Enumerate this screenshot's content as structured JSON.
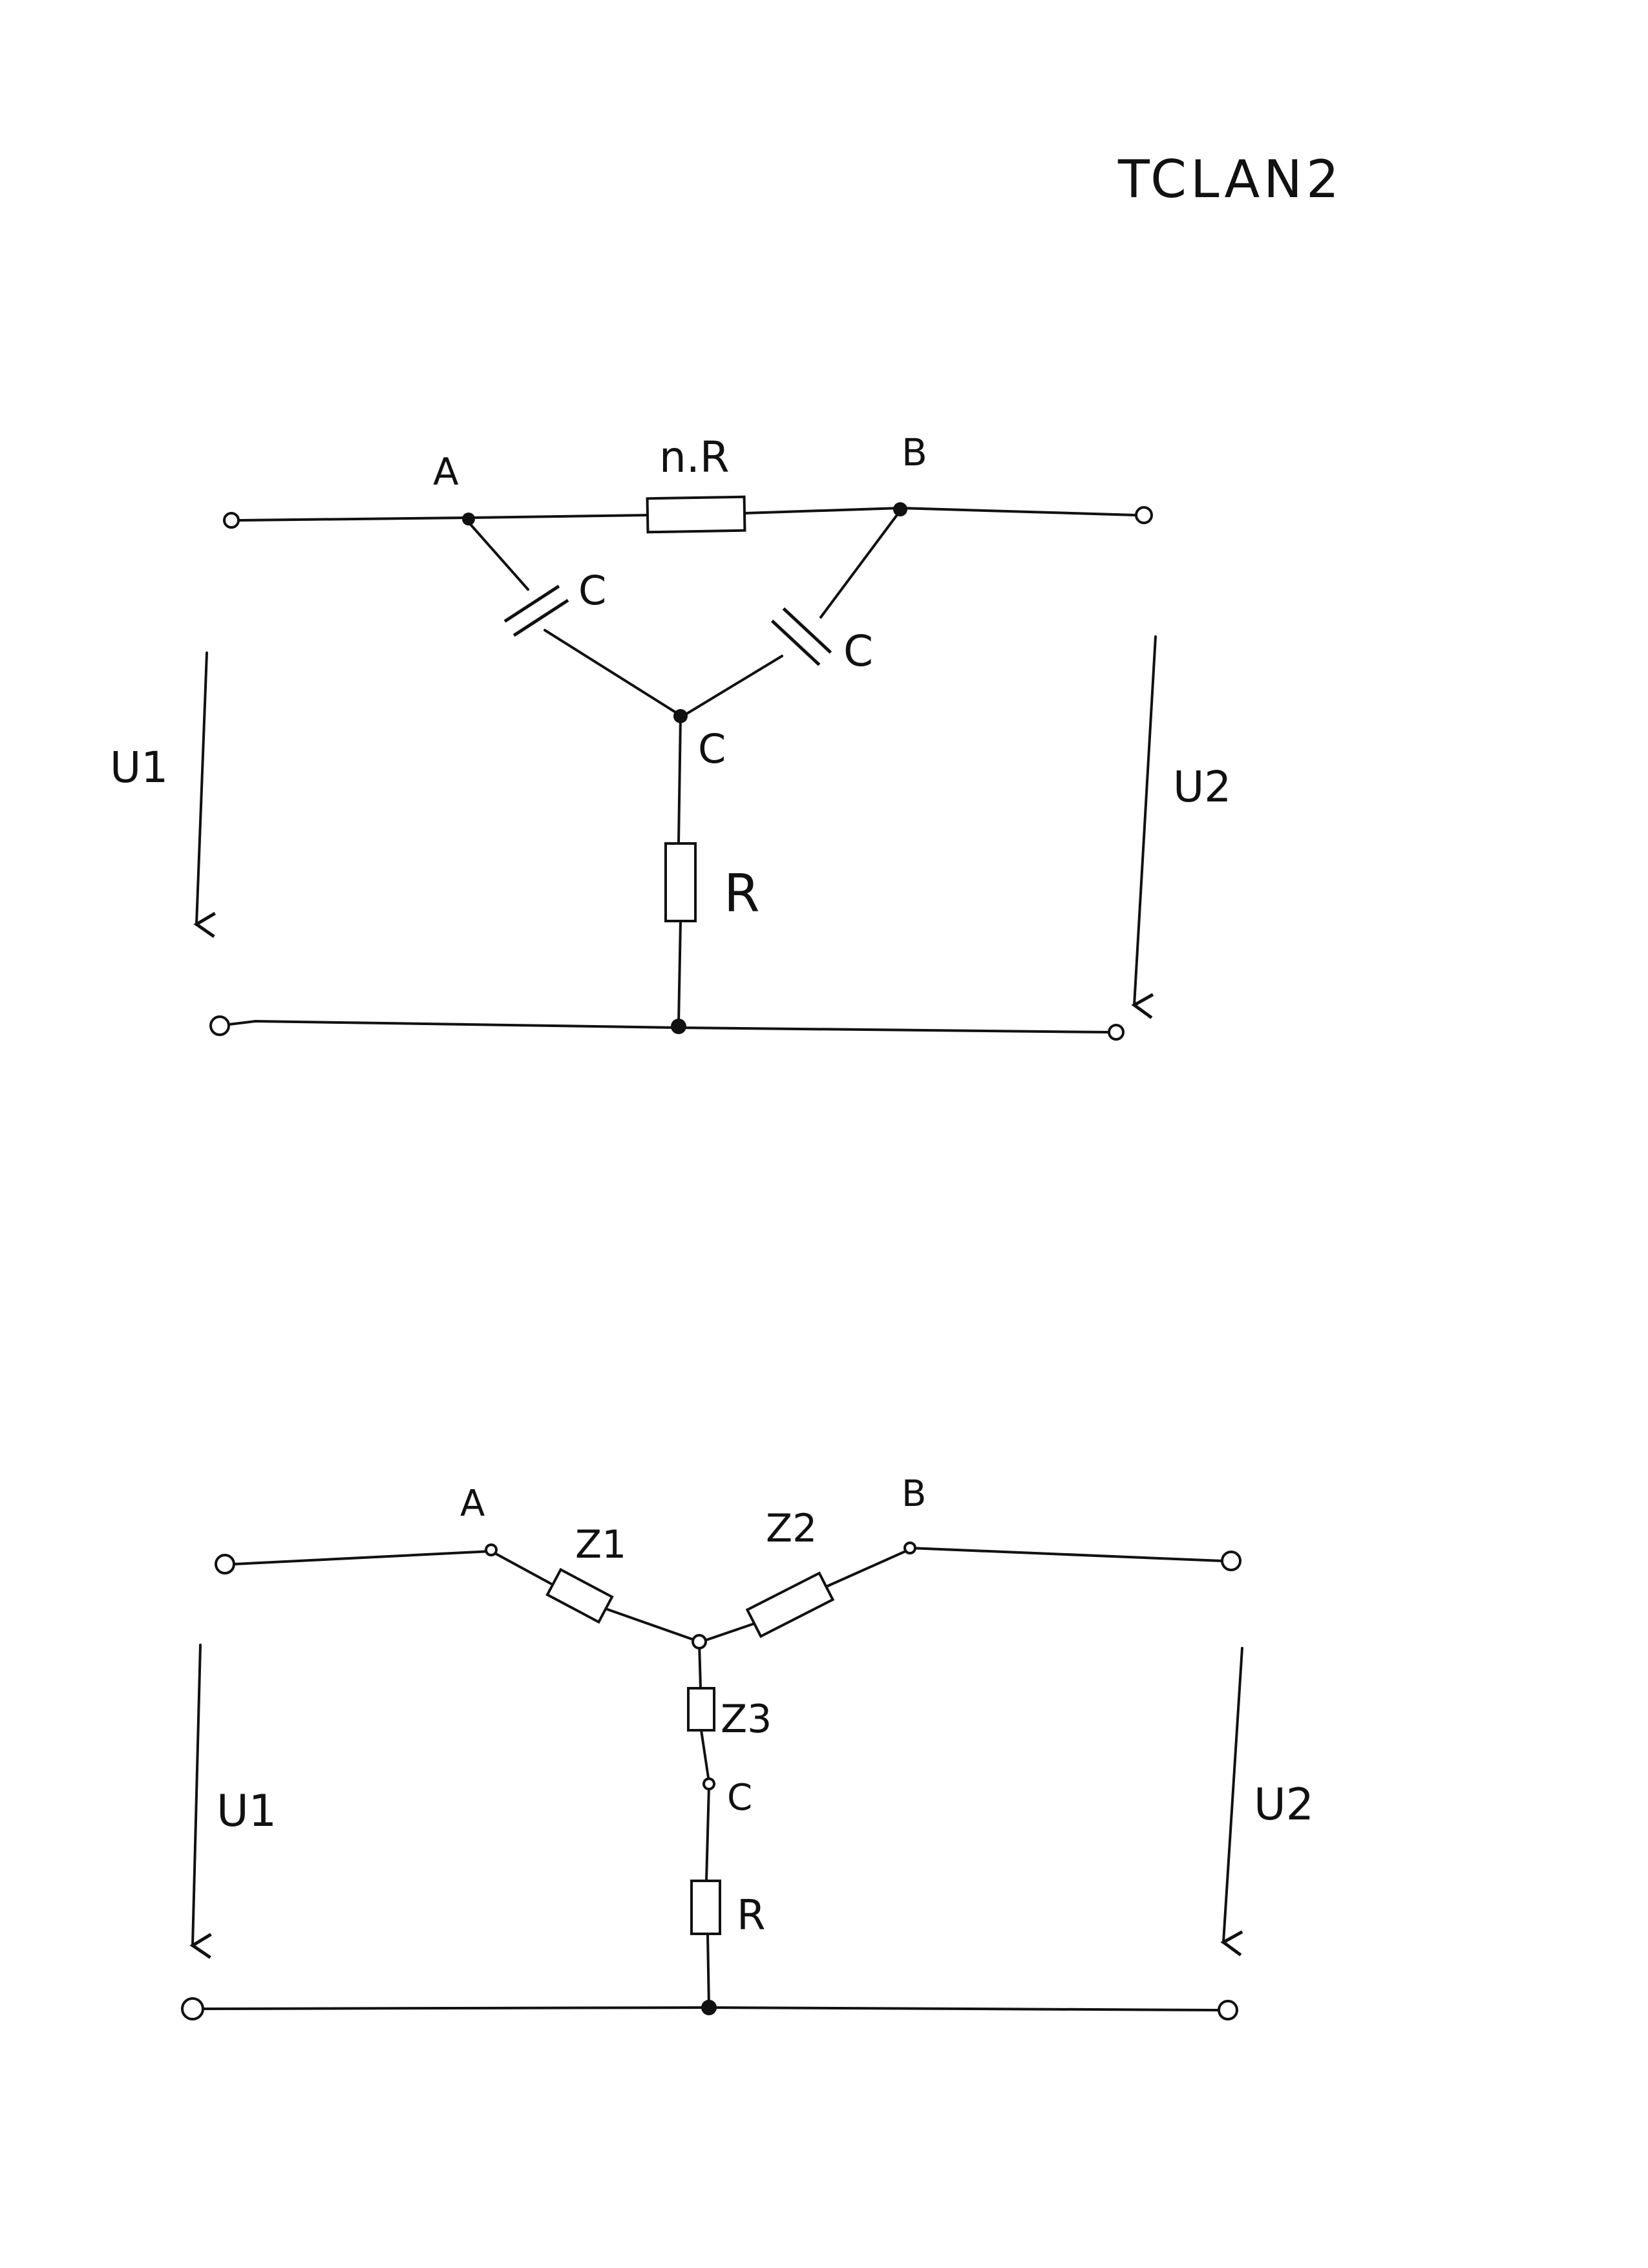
{
  "header": {
    "title": "TCLAN2"
  },
  "circuit1": {
    "nodes": {
      "a": "A",
      "b": "B",
      "c": "C"
    },
    "components": {
      "top_resistor": "n.R",
      "cap_left": "C",
      "cap_right": "C",
      "bottom_resistor": "R"
    },
    "voltages": {
      "input": "U1",
      "output": "U2"
    }
  },
  "circuit2": {
    "nodes": {
      "a": "A",
      "b": "B",
      "c": "C"
    },
    "components": {
      "z1": "Z1",
      "z2": "Z2",
      "z3": "Z3",
      "bottom_resistor": "R"
    },
    "voltages": {
      "input": "U1",
      "output": "U2"
    }
  },
  "colors": {
    "ink": "#111111",
    "paper": "#ffffff"
  }
}
